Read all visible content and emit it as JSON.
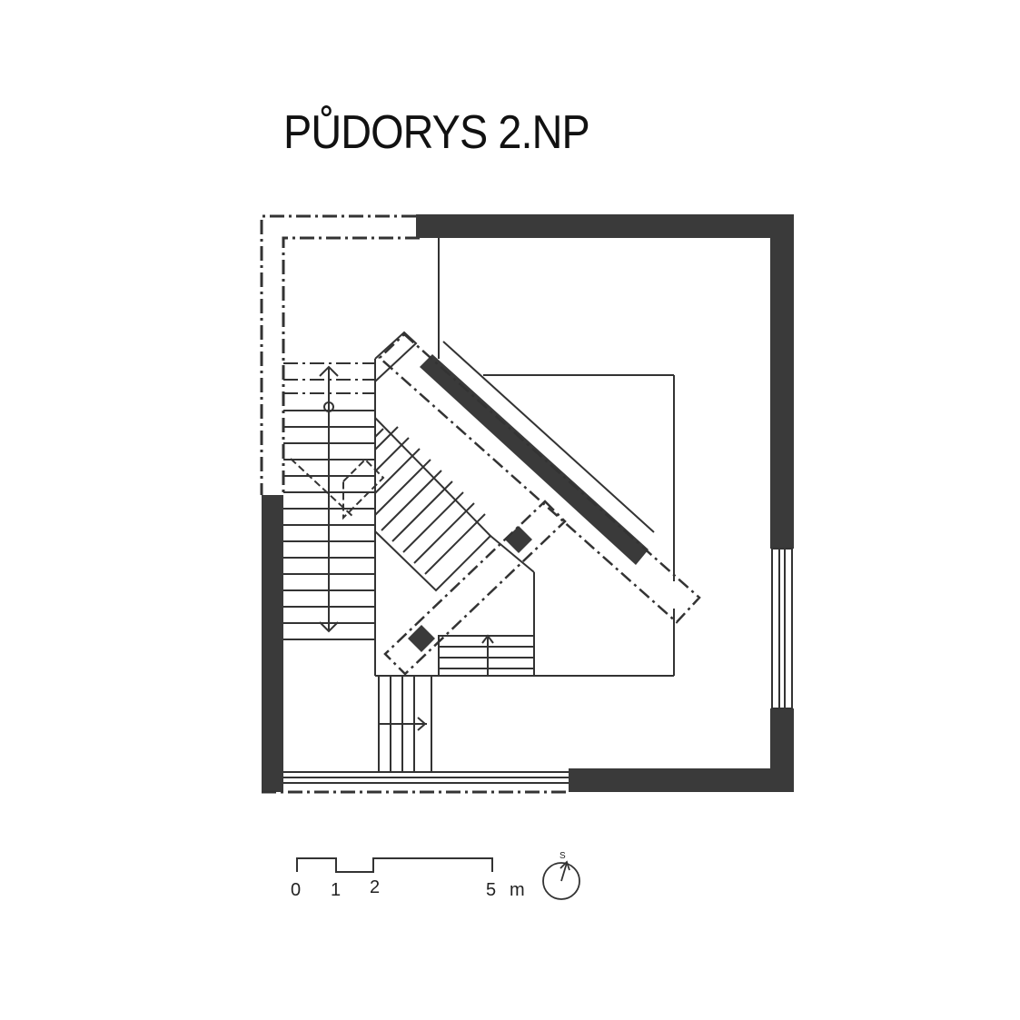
{
  "title": "PŮDORYS 2.NP",
  "scale_bar": {
    "labels": [
      "0",
      "1",
      "2",
      "5",
      "m"
    ]
  },
  "north_arrow": {
    "label": "S"
  },
  "colors": {
    "wall": "#3a3a3a",
    "line": "#333333",
    "paper": "#ffffff"
  }
}
